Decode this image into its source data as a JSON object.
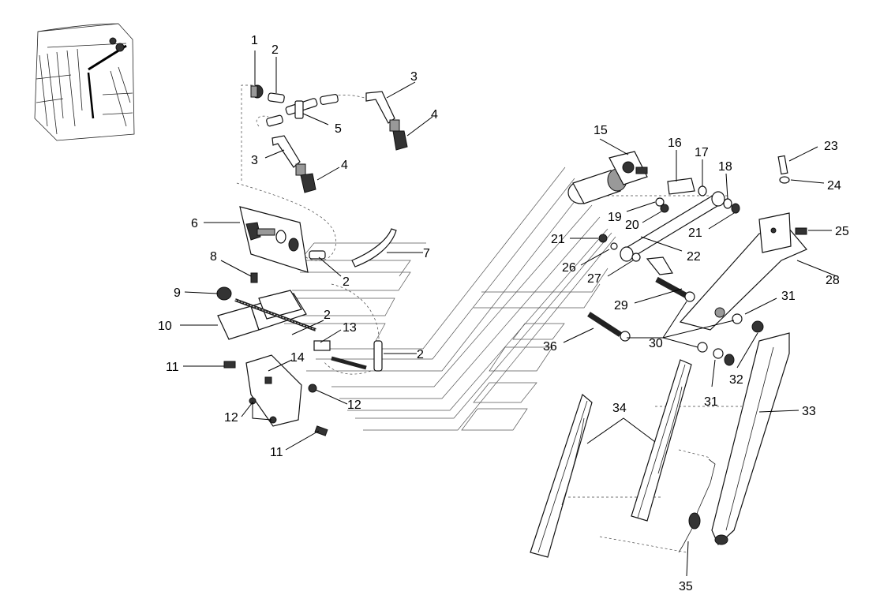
{
  "callouts": [
    {
      "id": "c1",
      "text": "1"
    },
    {
      "id": "c2a",
      "text": "2"
    },
    {
      "id": "c3a",
      "text": "3"
    },
    {
      "id": "c4a",
      "text": "4"
    },
    {
      "id": "c5",
      "text": "5"
    },
    {
      "id": "c3b",
      "text": "3"
    },
    {
      "id": "c4b",
      "text": "4"
    },
    {
      "id": "c6",
      "text": "6"
    },
    {
      "id": "c7",
      "text": "7"
    },
    {
      "id": "c2b",
      "text": "2"
    },
    {
      "id": "c8",
      "text": "8"
    },
    {
      "id": "c9",
      "text": "9"
    },
    {
      "id": "c10",
      "text": "10"
    },
    {
      "id": "c2c",
      "text": "2"
    },
    {
      "id": "c13",
      "text": "13"
    },
    {
      "id": "c2d",
      "text": "2"
    },
    {
      "id": "c14",
      "text": "14"
    },
    {
      "id": "c11a",
      "text": "11"
    },
    {
      "id": "c12a",
      "text": "12"
    },
    {
      "id": "c12b",
      "text": "12"
    },
    {
      "id": "c11b",
      "text": "11"
    },
    {
      "id": "c15",
      "text": "15"
    },
    {
      "id": "c16",
      "text": "16"
    },
    {
      "id": "c17",
      "text": "17"
    },
    {
      "id": "c18",
      "text": "18"
    },
    {
      "id": "c19",
      "text": "19"
    },
    {
      "id": "c20",
      "text": "20"
    },
    {
      "id": "c21a",
      "text": "21"
    },
    {
      "id": "c21b",
      "text": "21"
    },
    {
      "id": "c22",
      "text": "22"
    },
    {
      "id": "c23",
      "text": "23"
    },
    {
      "id": "c24",
      "text": "24"
    },
    {
      "id": "c25",
      "text": "25"
    },
    {
      "id": "c26",
      "text": "26"
    },
    {
      "id": "c27",
      "text": "27"
    },
    {
      "id": "c28",
      "text": "28"
    },
    {
      "id": "c29",
      "text": "29"
    },
    {
      "id": "c30",
      "text": "30"
    },
    {
      "id": "c31a",
      "text": "31"
    },
    {
      "id": "c31b",
      "text": "31"
    },
    {
      "id": "c32",
      "text": "32"
    },
    {
      "id": "c33",
      "text": "33"
    },
    {
      "id": "c34",
      "text": "34"
    },
    {
      "id": "c35",
      "text": "35"
    },
    {
      "id": "c36",
      "text": "36"
    }
  ]
}
